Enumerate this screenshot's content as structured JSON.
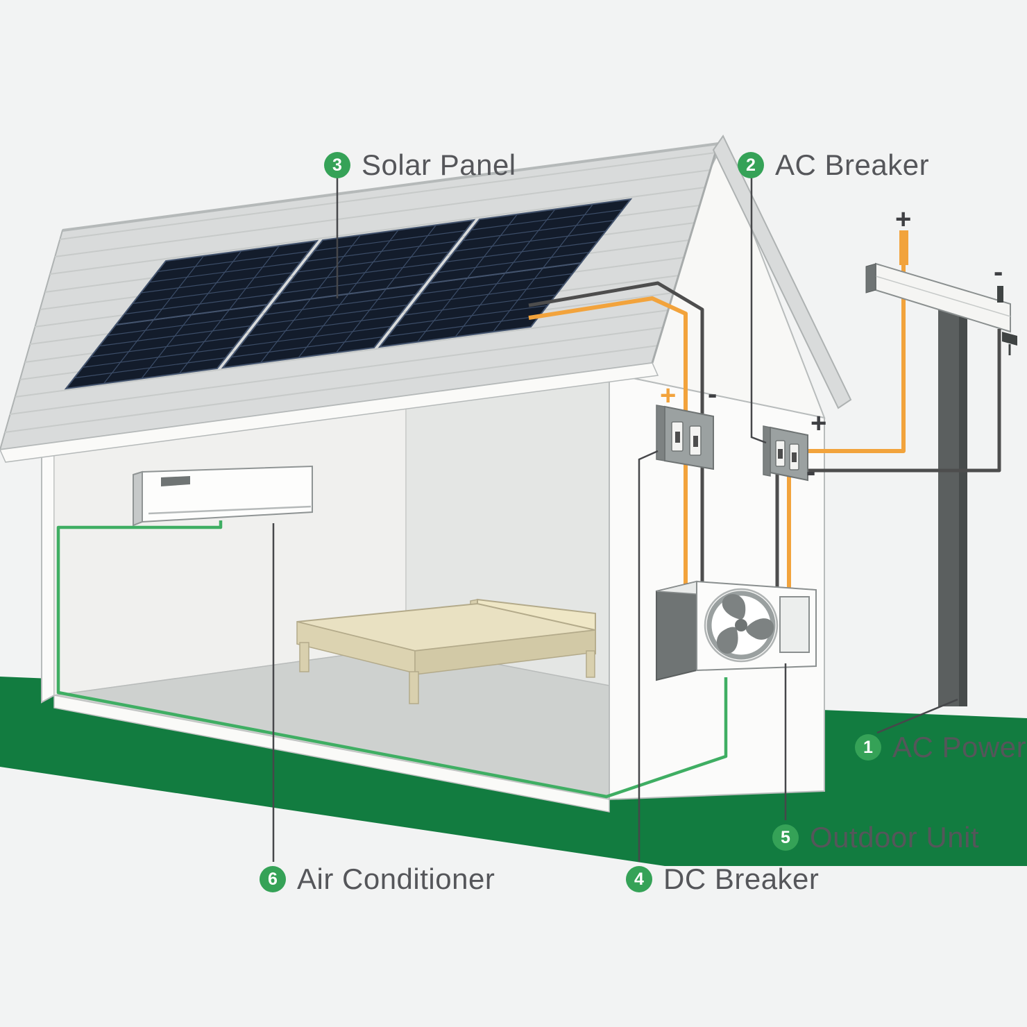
{
  "scene": {
    "background": "#f2f3f3",
    "ground_color": "#127c40",
    "roof_color": "#d9dbdb",
    "wall_color": "#fbfbfa",
    "solar_panel_color": "#131c2b",
    "wire_positive_color": "#f2a33c",
    "wire_negative_color": "#4d4d4d",
    "wire_ground_color": "#3fae63",
    "label_badge_color": "#35a257",
    "label_text_color": "#55565a"
  },
  "labels": [
    {
      "number": "1",
      "text": "AC Power",
      "target": "utility-pole"
    },
    {
      "number": "2",
      "text": "AC Breaker",
      "target": "ac-breaker"
    },
    {
      "number": "3",
      "text": "Solar Panel",
      "target": "solar-panel-array"
    },
    {
      "number": "4",
      "text": "DC Breaker",
      "target": "dc-breaker"
    },
    {
      "number": "5",
      "text": "Outdoor Unit",
      "target": "outdoor-unit"
    },
    {
      "number": "6",
      "text": "Air Conditioner",
      "target": "indoor-air-conditioner"
    }
  ],
  "polarity_marks": [
    {
      "symbol": "+",
      "location": "utility-pole-positive"
    },
    {
      "symbol": "-",
      "location": "utility-pole-negative"
    },
    {
      "symbol": "+",
      "location": "dc-breaker-positive"
    },
    {
      "symbol": "-",
      "location": "dc-breaker-negative"
    },
    {
      "symbol": "+",
      "location": "ac-breaker-positive"
    },
    {
      "symbol": "-",
      "location": "ac-breaker-negative"
    }
  ]
}
